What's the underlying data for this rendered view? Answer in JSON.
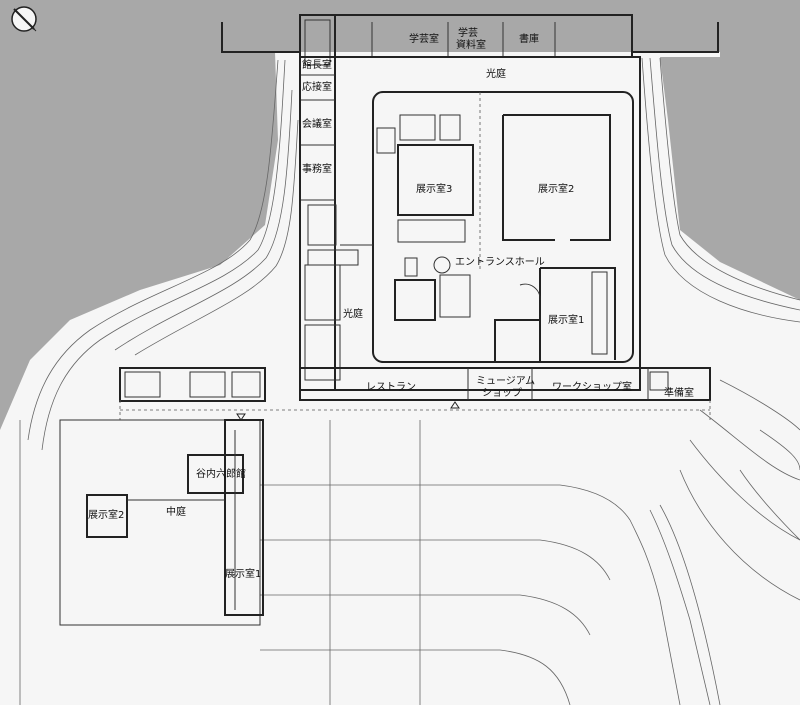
{
  "labels": {
    "gakugei": "学芸室",
    "shiryo1": "学芸",
    "shiryo2": "資料室",
    "shoko": "書庫",
    "kancho": "館長室",
    "osetsu": "応接室",
    "kaigi": "会議室",
    "jimu": "事務室",
    "koutei_top": "光庭",
    "koutei_left": "光庭",
    "tenji3": "展示室3",
    "tenji2": "展示室2",
    "entrance": "エントランスホール",
    "tenji1": "展示室1",
    "restaurant": "レストラン",
    "shop1": "ミュージアム",
    "shop2": "ショップ",
    "workshop": "ワークショップ室",
    "junbi": "準備室",
    "taniuchi": "谷内六郎館",
    "nakaniwa": "中庭",
    "annex_tenji2": "展示室2",
    "annex_tenji1": "展示室1"
  },
  "colors": {
    "outside": "#a8a8a8",
    "floor": "#f6f6f6",
    "wall": "#222222",
    "contour": "#666666"
  },
  "icons": {
    "north": "north-arrow-icon",
    "entrance_marker": "entrance-triangle-icon"
  }
}
